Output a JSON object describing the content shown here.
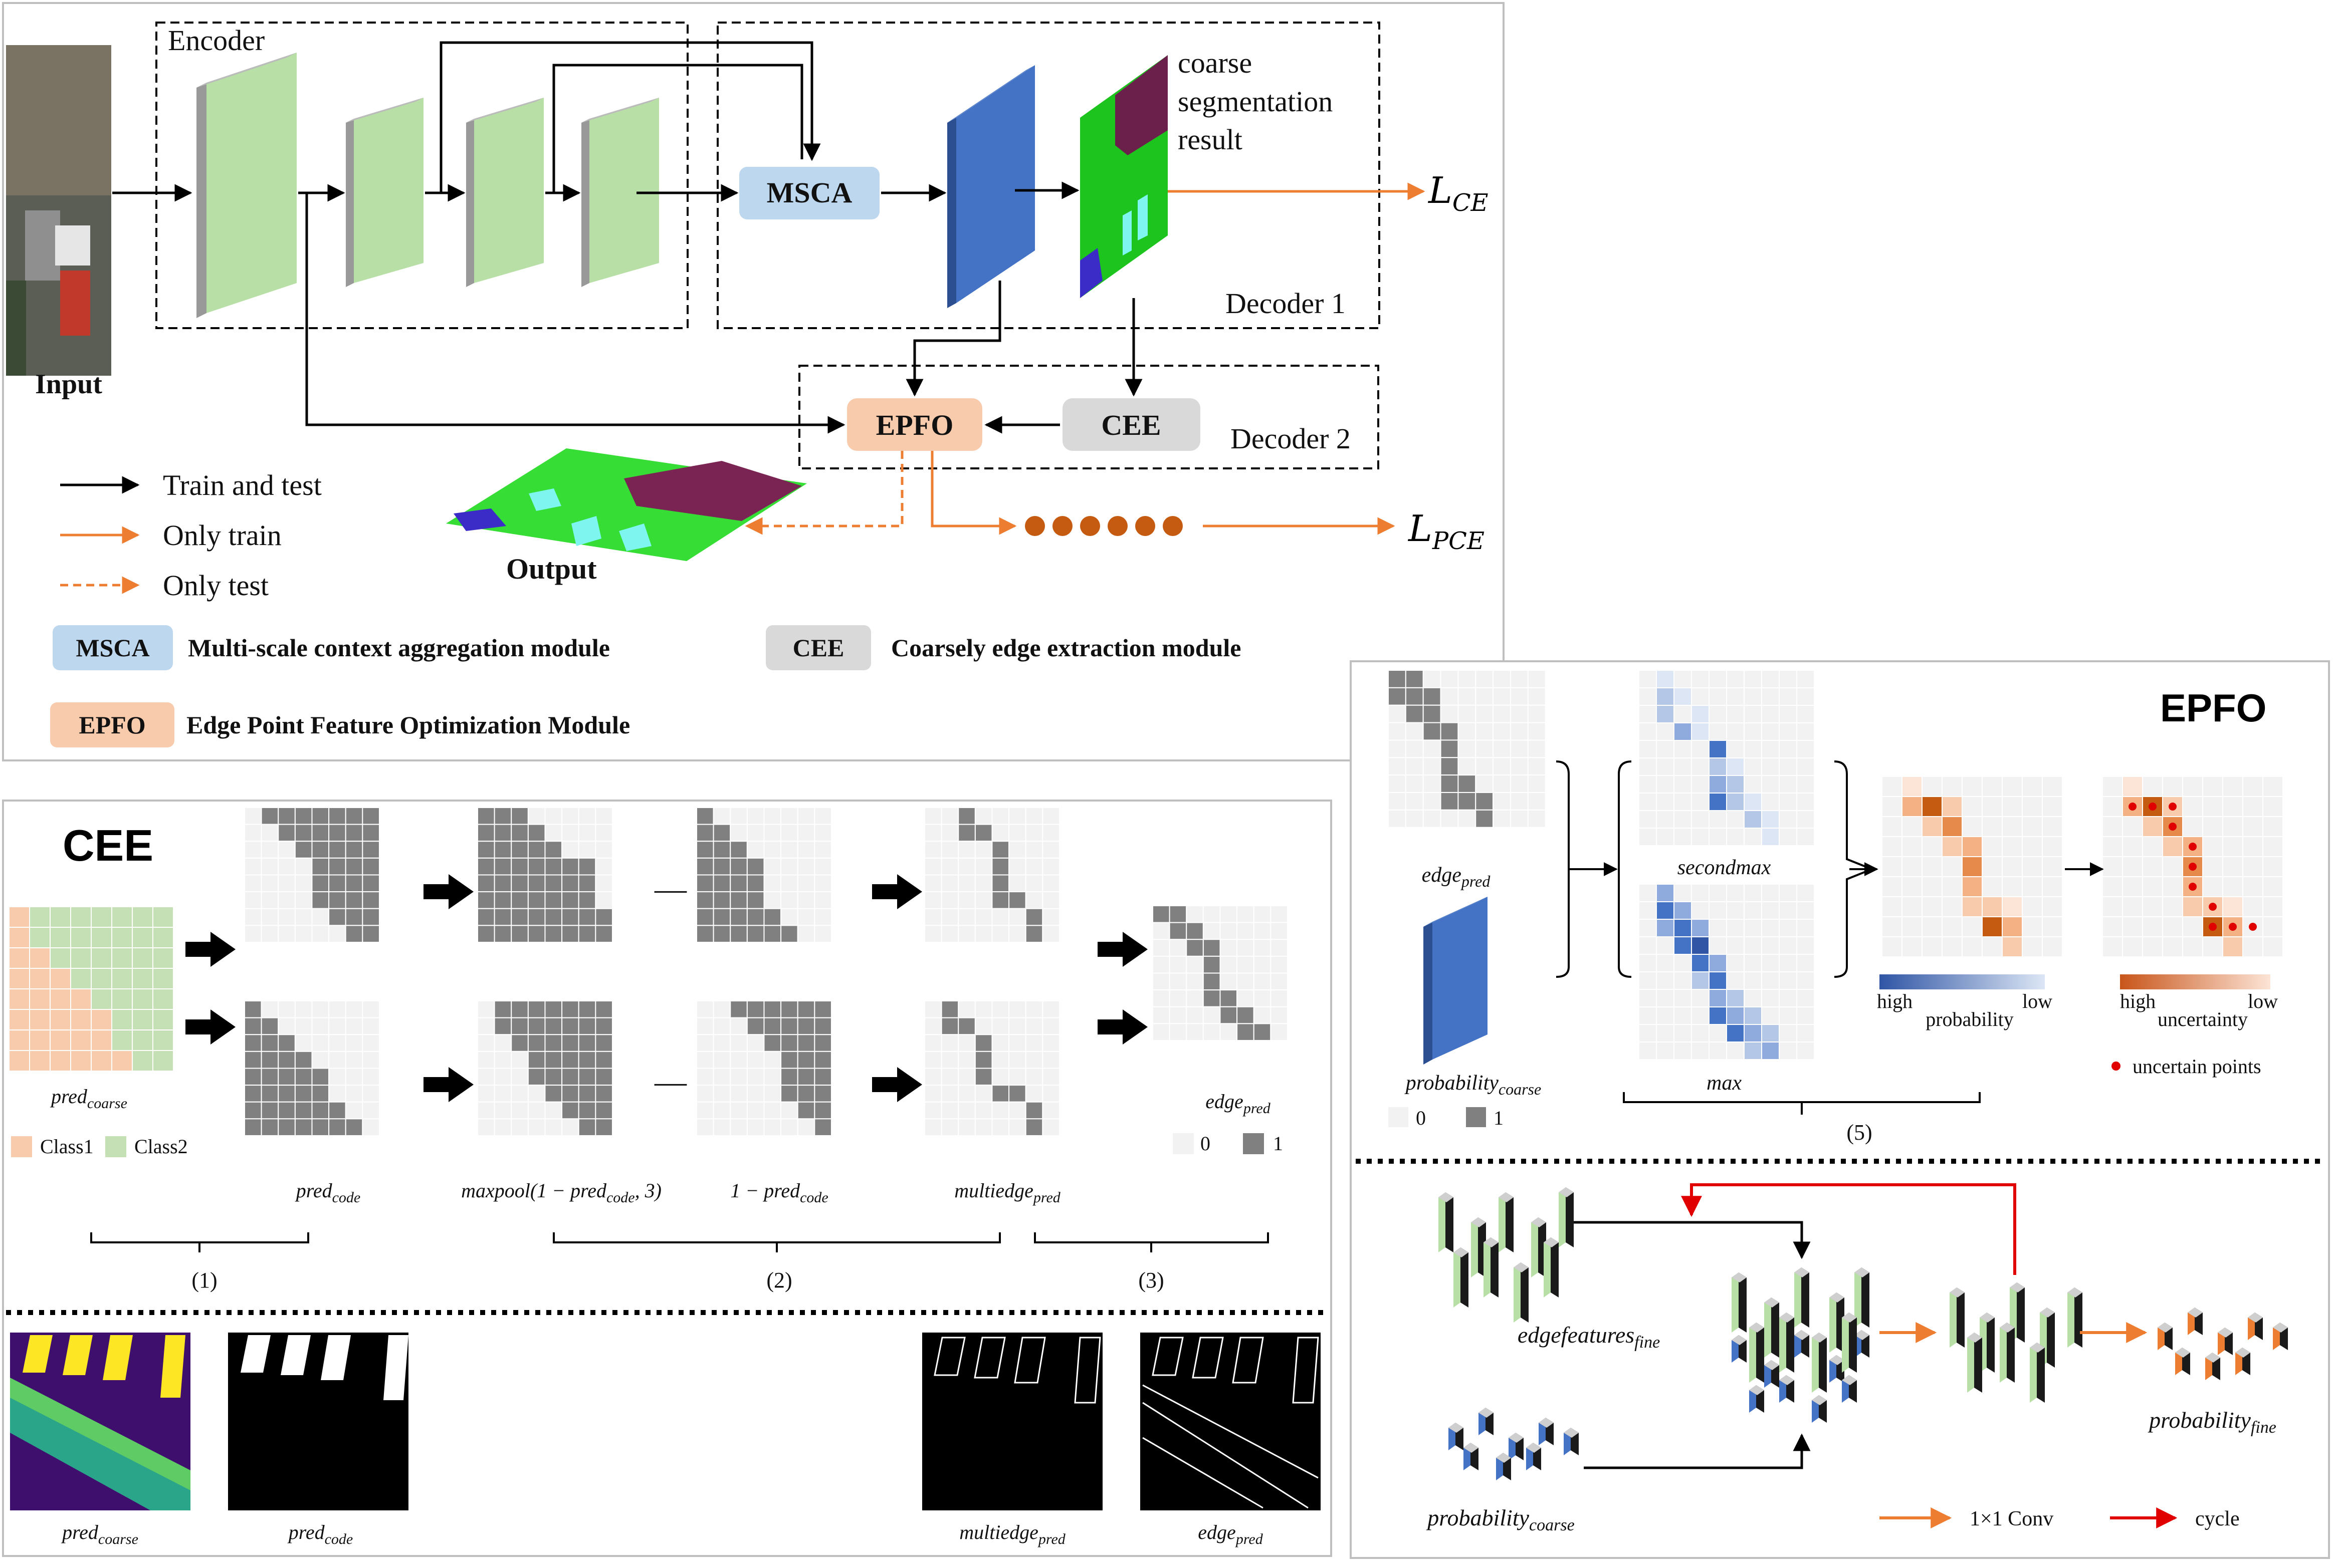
{
  "top": {
    "encoder": "Encoder",
    "input": "Input",
    "output": "Output",
    "msca": "MSCA",
    "epfo": "EPFO",
    "cee": "CEE",
    "coarse_line1": "coarse",
    "coarse_line2": "segmentation",
    "coarse_line3": "result",
    "decoder1": "Decoder 1",
    "decoder2": "Decoder 2",
    "loss_ce_main": "L",
    "loss_ce_sub": "CE",
    "loss_pce_main": "L",
    "loss_pce_sub": "PCE",
    "legend_train_test": "Train and test",
    "legend_only_train": "Only train",
    "legend_only_test": "Only test",
    "legend_msca_tag": "MSCA",
    "legend_msca_desc": "Multi-scale context aggregation module",
    "legend_cee_tag": "CEE",
    "legend_cee_desc": "Coarsely edge extraction module",
    "legend_epfo_tag": "EPFO",
    "legend_epfo_desc": "Edge Point Feature Optimization Module"
  },
  "cee": {
    "title": "CEE",
    "pred_coarse": "pred",
    "pred_coarse_sub": "coarse",
    "class1": "Class1",
    "class2": "Class2",
    "pred_code": "pred",
    "pred_code_sub": "code",
    "maxpool_a": "maxpool(1 − pred",
    "maxpool_sub": "code",
    "maxpool_b": ", 3)",
    "oneminus_a": "1 − pred",
    "oneminus_sub": "code",
    "multiedge": "multiedge",
    "multiedge_sub": "pred",
    "edge": "edge",
    "edge_sub": "pred",
    "legend_0": "0",
    "legend_1": "1",
    "step1": "(1)",
    "step2": "(2)",
    "step3": "(3)",
    "minus": "—",
    "bottom_pred_coarse": "pred",
    "bottom_pred_coarse_sub": "coarse",
    "bottom_pred_code": "pred",
    "bottom_pred_code_sub": "code",
    "bottom_multiedge": "multiedge",
    "bottom_multiedge_sub": "pred",
    "bottom_edge": "edge",
    "bottom_edge_sub": "pred"
  },
  "epfo": {
    "title": "EPFO",
    "edge": "edge",
    "edge_sub": "pred",
    "prob_coarse": "probability",
    "prob_coarse_sub": "coarse",
    "secondmax": "secondmax",
    "max": "max",
    "legend_0": "0",
    "legend_1": "1",
    "step5": "(5)",
    "high1": "high",
    "low1": "low",
    "probability": "probability",
    "high2": "high",
    "low2": "low",
    "uncertainty": "uncertainty",
    "uncertain_points": "uncertain points",
    "edgefeatures": "edgefeatures",
    "edgefeatures_sub": "fine",
    "prob_coarse2": "probability",
    "prob_coarse2_sub": "coarse",
    "prob_fine": "probability",
    "prob_fine_sub": "fine",
    "conv": "1×1 Conv",
    "cycle": "cycle"
  },
  "colors": {
    "green_feature": "#b8dfa6",
    "blue_feature": "#4472c4",
    "msca": "#bdd7ee",
    "epfo": "#f8cbad",
    "cee": "#d9d9d9",
    "orange": "#ed7d31",
    "grid_dark": "#808080",
    "grid_light": "#f2f2f2",
    "class1": "#f8cbad",
    "class2": "#c5e0b4",
    "cycle_red": "#e00000"
  }
}
